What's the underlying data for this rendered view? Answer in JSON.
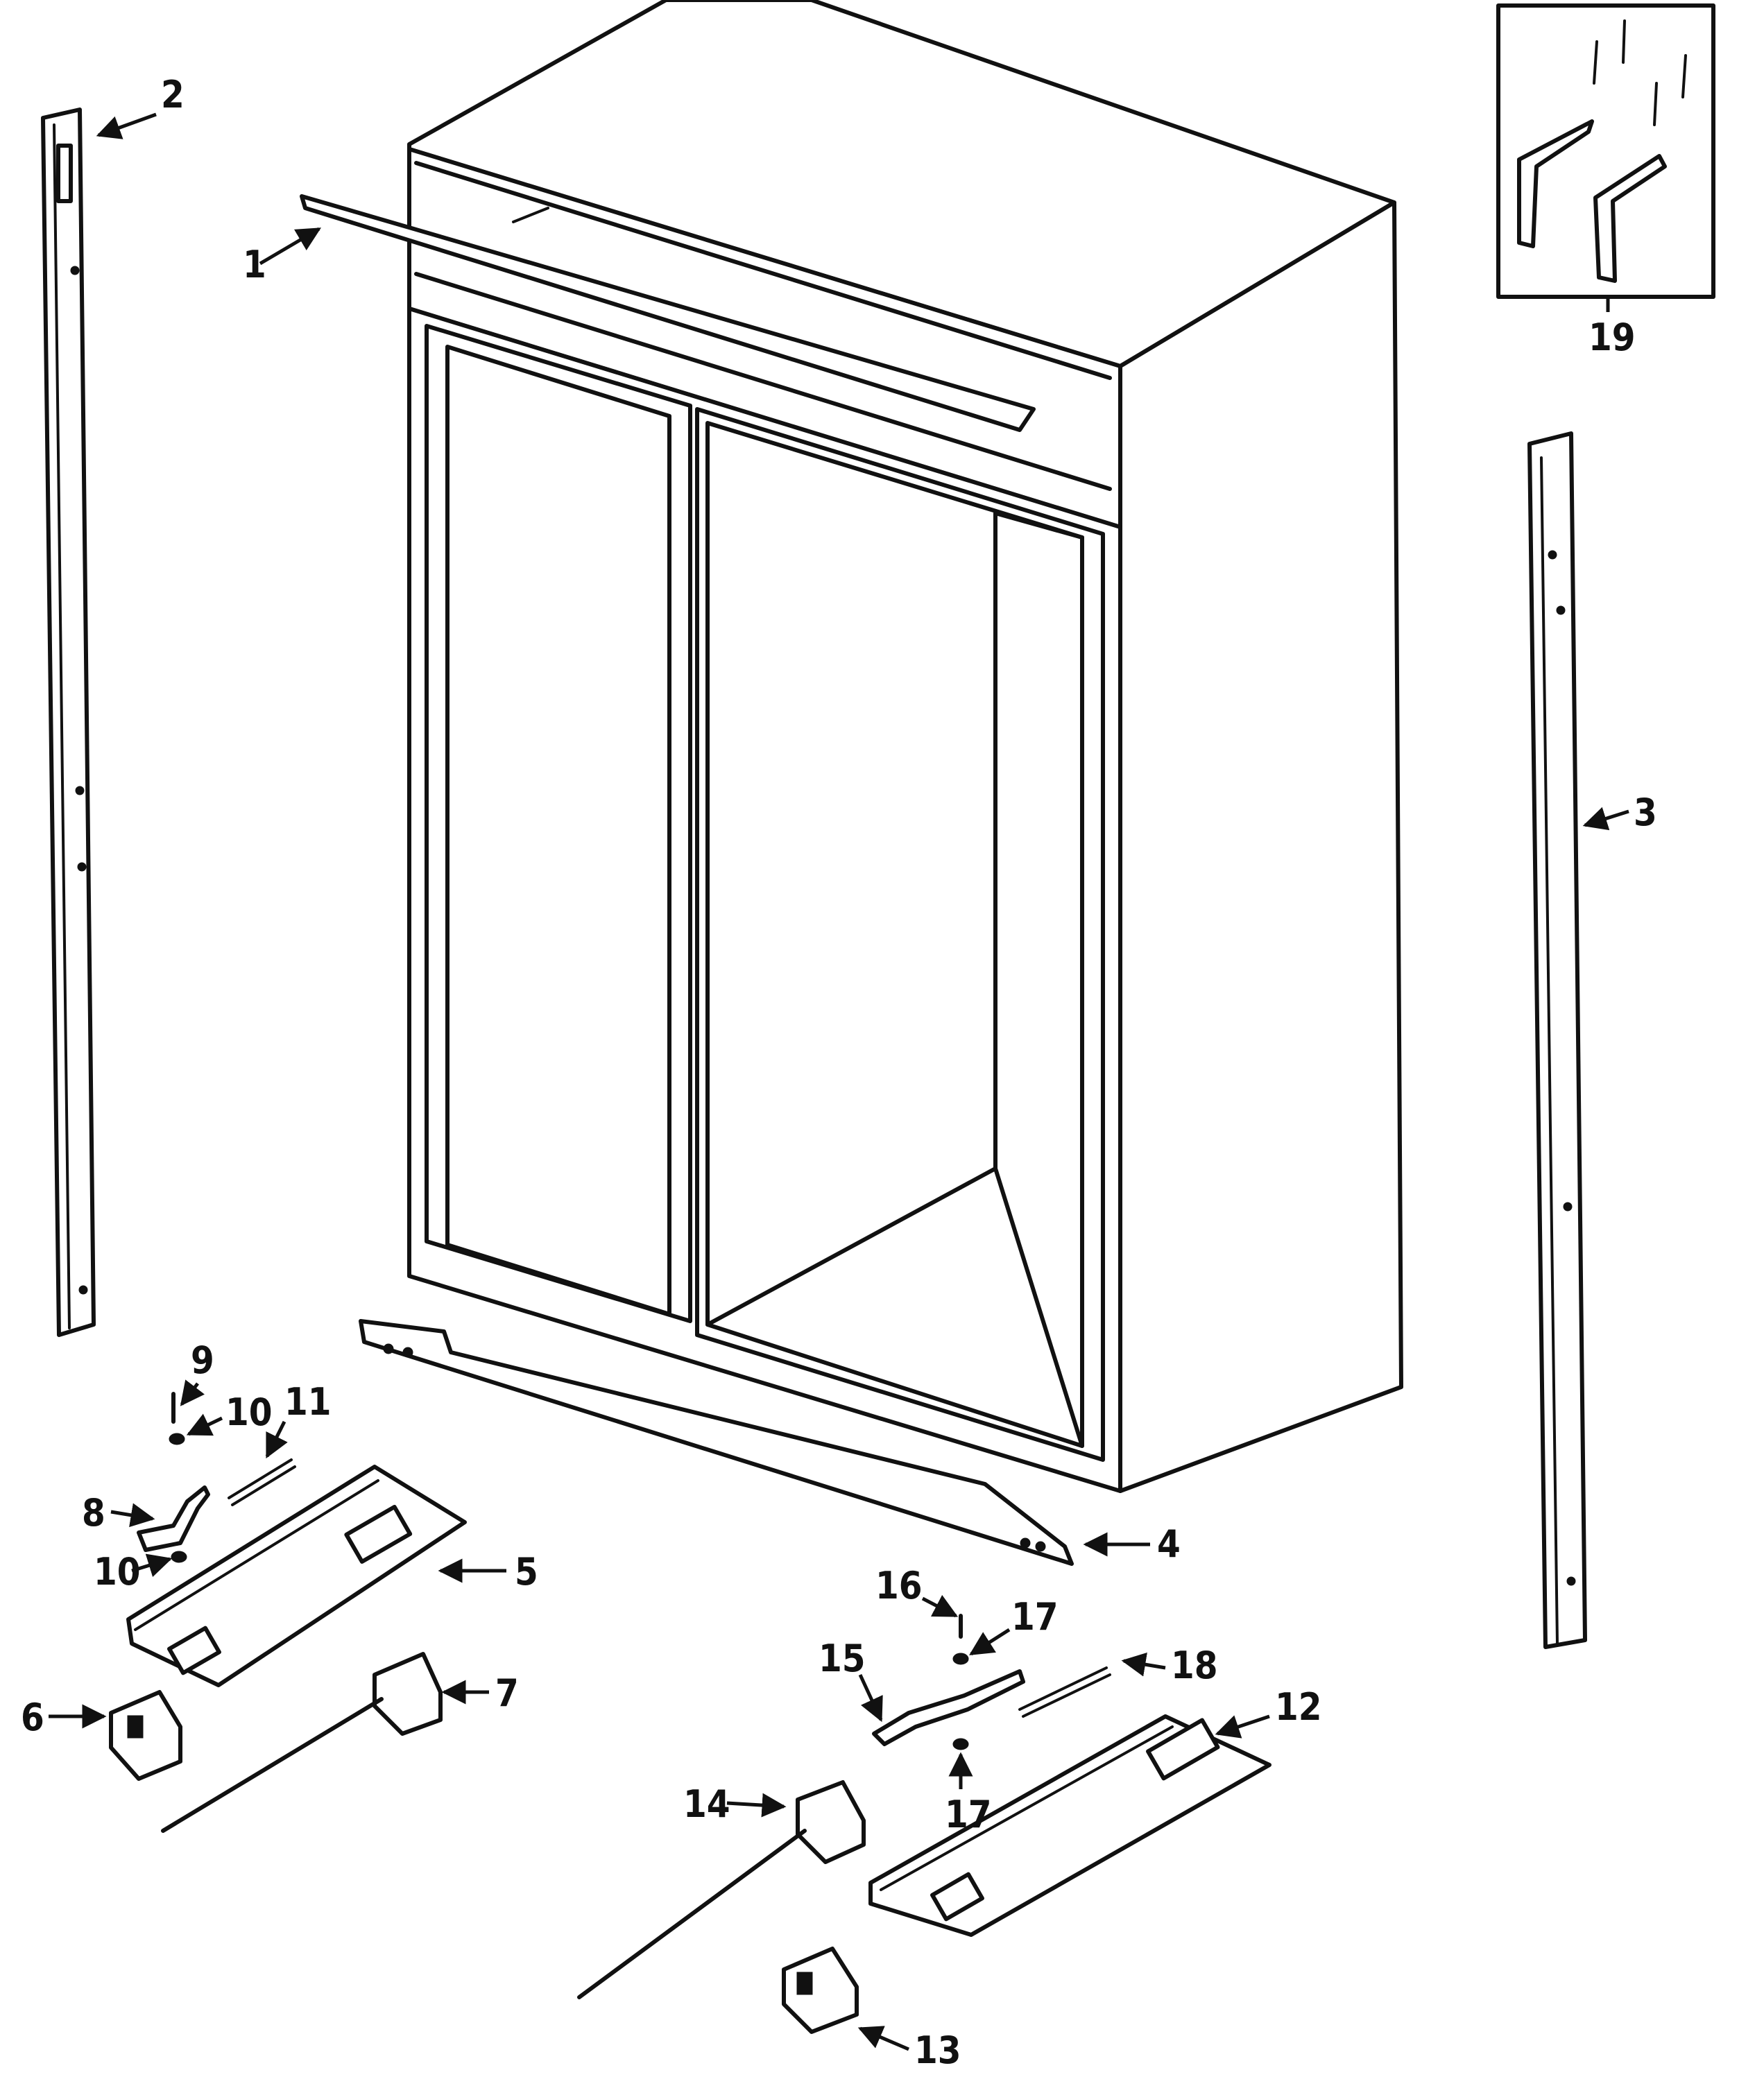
{
  "diagram": {
    "callouts": [
      {
        "id": "1",
        "label": "1"
      },
      {
        "id": "2",
        "label": "2"
      },
      {
        "id": "3",
        "label": "3"
      },
      {
        "id": "4",
        "label": "4"
      },
      {
        "id": "5",
        "label": "5"
      },
      {
        "id": "6",
        "label": "6"
      },
      {
        "id": "7",
        "label": "7"
      },
      {
        "id": "8",
        "label": "8"
      },
      {
        "id": "9",
        "label": "9"
      },
      {
        "id": "10a",
        "label": "10"
      },
      {
        "id": "10b",
        "label": "10"
      },
      {
        "id": "11",
        "label": "11"
      },
      {
        "id": "12",
        "label": "12"
      },
      {
        "id": "13",
        "label": "13"
      },
      {
        "id": "14",
        "label": "14"
      },
      {
        "id": "15",
        "label": "15"
      },
      {
        "id": "16",
        "label": "16"
      },
      {
        "id": "17a",
        "label": "17"
      },
      {
        "id": "17b",
        "label": "17"
      },
      {
        "id": "18",
        "label": "18"
      },
      {
        "id": "19",
        "label": "19"
      }
    ]
  },
  "colors": {
    "line": "#111111",
    "background": "#ffffff"
  }
}
